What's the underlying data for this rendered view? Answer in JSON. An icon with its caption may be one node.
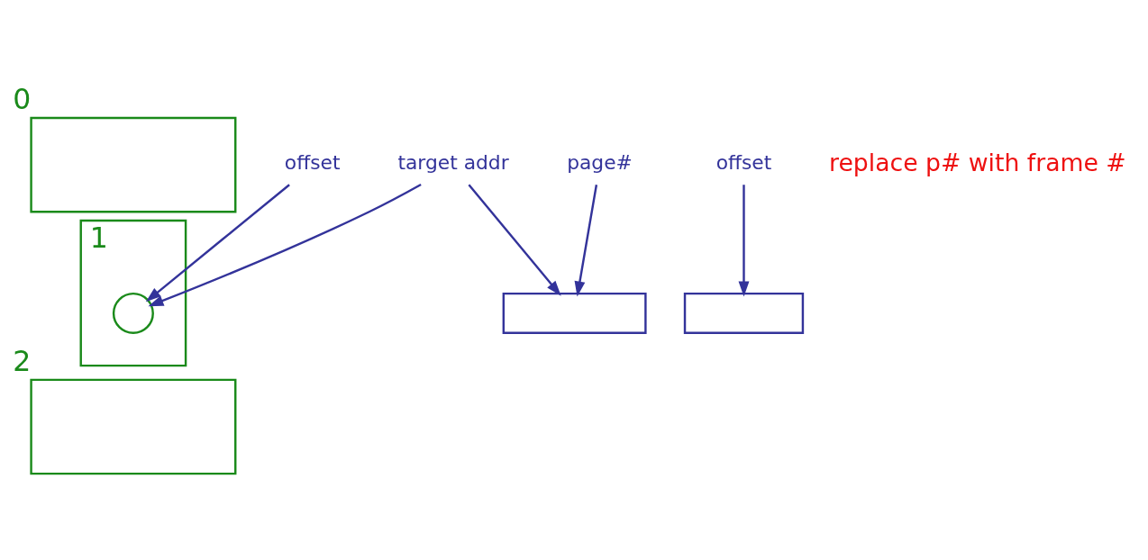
{
  "diagram": {
    "nodes": [
      {
        "text": [],
        "shape": "box",
        "beside": [
          "0"
        ]
      },
      {
        "text": [],
        "shape": "box",
        "beside": [
          "1"
        ]
      },
      {
        "text": [],
        "shape": "box",
        "beside": [
          "2"
        ]
      },
      {
        "text": [],
        "shape": "circle",
        "in": 1
      },
      {
        "text": [
          "target addr"
        ]
      },
      {
        "text": [],
        "shape": "box"
      },
      {
        "text": [],
        "shape": "box"
      },
      {
        "text": [
          "offset"
        ]
      },
      {
        "text": [
          "page#"
        ]
      },
      {
        "text": [
          "offset"
        ]
      }
    ],
    "edges": [
      {
        "from": 4,
        "to": 3,
        "arrow": "to"
      },
      {
        "from": 9,
        "to": 3,
        "arrow": "to"
      },
      {
        "from": 4,
        "to": 5,
        "arrow": "to"
      },
      {
        "from": 7,
        "to": 6,
        "arrow": "to"
      },
      {
        "from": 8,
        "to": 5,
        "arrow": "to"
      }
    ],
    "labels": [
      "replace p# with frame #"
    ]
  }
}
